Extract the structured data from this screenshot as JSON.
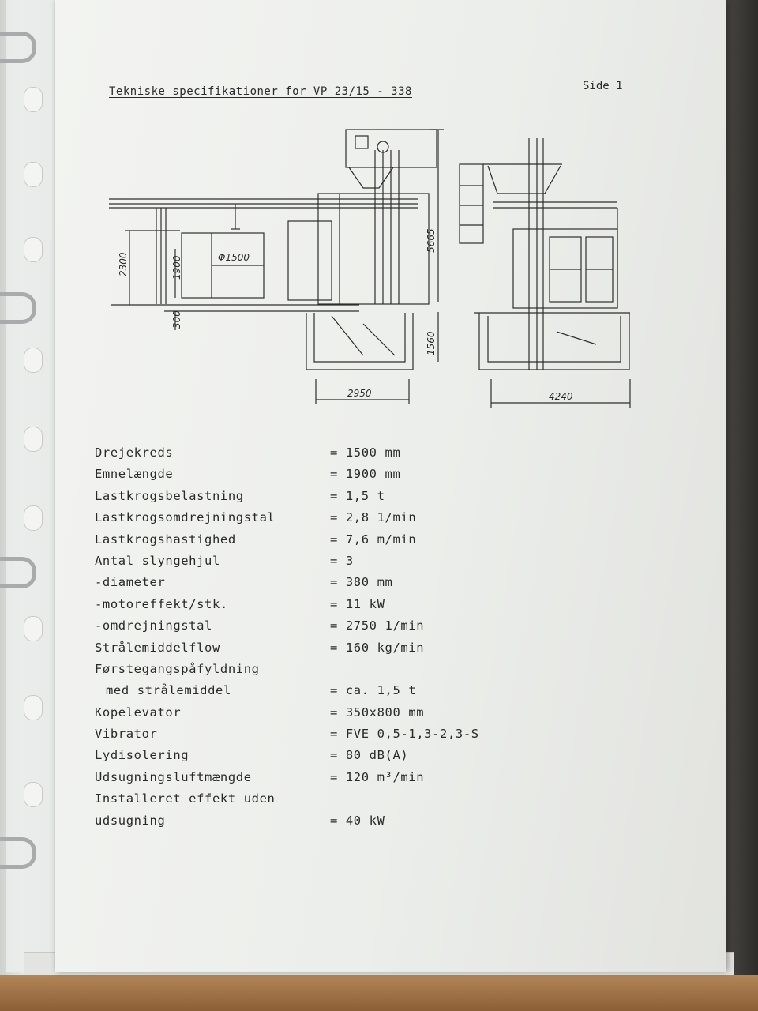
{
  "document": {
    "title": "Tekniske specifikationer for VP 23/15 - 338",
    "page_label": "Side 1"
  },
  "drawing": {
    "dimensions": {
      "height_2300": "2300",
      "height_1900": "1900",
      "depth_300": "300",
      "diameter": "Φ1500",
      "height_5665": "5665",
      "depth_1560": "1560",
      "width_2950": "2950",
      "width_4240": "4240"
    }
  },
  "specs": [
    {
      "label": "Drejekreds",
      "value": "= 1500 mm"
    },
    {
      "label": "Emnelængde",
      "value": "= 1900 mm"
    },
    {
      "label": "Lastkrogsbelastning",
      "value": "= 1,5 t"
    },
    {
      "label": "Lastkrogsomdrejningstal",
      "value": "= 2,8 1/min"
    },
    {
      "label": "Lastkrogshastighed",
      "value": "= 7,6 m/min"
    },
    {
      "label": "Antal slyngehjul",
      "value": "= 3"
    },
    {
      "label": "-diameter",
      "value": "= 380 mm"
    },
    {
      "label": "-motoreffekt/stk.",
      "value": "= 11 kW"
    },
    {
      "label": "-omdrejningstal",
      "value": "= 2750 1/min"
    },
    {
      "label": "Strålemiddelflow",
      "value": "= 160 kg/min"
    },
    {
      "label": "Førstegangspåfyldning",
      "value": ""
    },
    {
      "label": "med strålemiddel",
      "value": "= ca. 1,5 t"
    },
    {
      "label": "Kopelevator",
      "value": "= 350x800 mm"
    },
    {
      "label": "Vibrator",
      "value": "= FVE 0,5-1,3-2,3-S"
    },
    {
      "label": "Lydisolering",
      "value": "= 80 dB(A)"
    },
    {
      "label": "Udsugningsluftmængde",
      "value": "= 120 m³/min"
    },
    {
      "label": "Installeret effekt uden",
      "value": ""
    },
    {
      "label": "udsugning",
      "value": "= 40 kW"
    }
  ]
}
